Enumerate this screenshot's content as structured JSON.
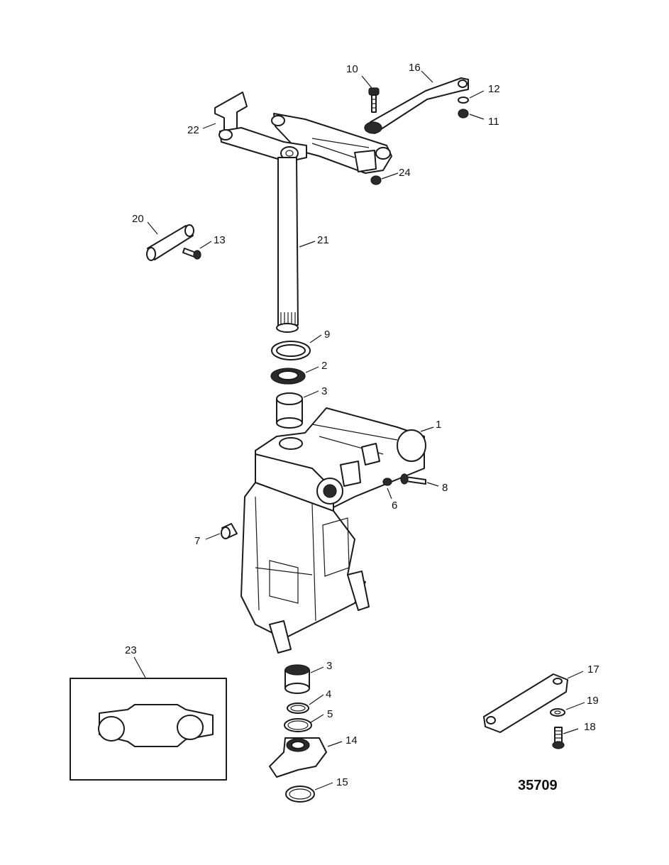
{
  "figure_number": "35709",
  "callouts": {
    "c1": "1",
    "c2": "2",
    "c3a": "3",
    "c3b": "3",
    "c4": "4",
    "c5": "5",
    "c6": "6",
    "c7": "7",
    "c8": "8",
    "c9": "9",
    "c10": "10",
    "c11": "11",
    "c12": "12",
    "c13": "13",
    "c14": "14",
    "c15": "15",
    "c16": "16",
    "c17": "17",
    "c18": "18",
    "c19": "19",
    "c20": "20",
    "c21": "21",
    "c22": "22",
    "c23": "23",
    "c24": "24"
  }
}
